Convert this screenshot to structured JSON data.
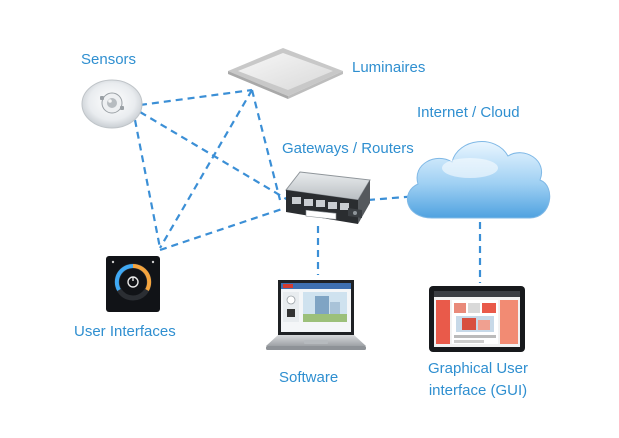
{
  "labels": {
    "sensors": "Sensors",
    "luminaires": "Luminaires",
    "internet_cloud": "Internet / Cloud",
    "gateways_routers": "Gateways / Routers",
    "user_interfaces": "User Interfaces",
    "software": "Software",
    "gui_line1": "Graphical User",
    "gui_line2": "interface (GUI)"
  },
  "colors": {
    "label": "#2f8fd0",
    "link": "#3b8fd6"
  },
  "icons": {
    "sensor": "ceiling-sensor-icon",
    "luminaire": "panel-luminaire-icon",
    "cloud": "cloud-icon",
    "gateway": "gateway-router-icon",
    "user_interface": "wall-dimmer-panel-icon",
    "software": "laptop-icon",
    "gui": "tablet-icon"
  }
}
